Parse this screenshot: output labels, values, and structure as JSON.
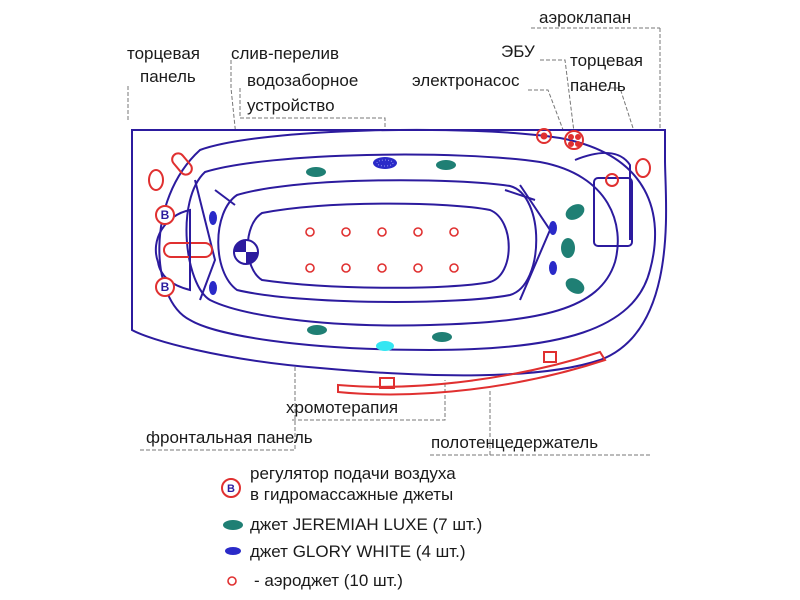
{
  "labels": {
    "end_panel_left_1": "торцевая",
    "end_panel_left_2": "панель",
    "overflow_drain": "слив-перелив",
    "water_intake_1": "водозаборное",
    "water_intake_2": "устройство",
    "air_valve": "аэроклапан",
    "ebu": "ЭБУ",
    "end_panel_right_1": "торцевая",
    "end_panel_right_2": "панель",
    "electric_pump": "электронасос",
    "chromotherapy": "хромотерапия",
    "front_panel": "фронтальная панель",
    "towel_holder": "полотенцедержатель"
  },
  "legend": {
    "regulator_symbol": "В",
    "regulator_1": "регулятор подачи воздуха",
    "regulator_2": "в гидромассажные джеты",
    "jeremiah": "джет JEREMIAH LUXE (7 шт.)",
    "glory": "джет GLORY  WHITE  (4 шт.)",
    "aero": "- аэроджет (10 шт.)"
  },
  "colors": {
    "outline": "#2c1b9e",
    "red": "#e03030",
    "teal": "#1f7f74",
    "blue": "#2a2ac8",
    "cyan": "#35e6f2",
    "leader": "#777777"
  }
}
